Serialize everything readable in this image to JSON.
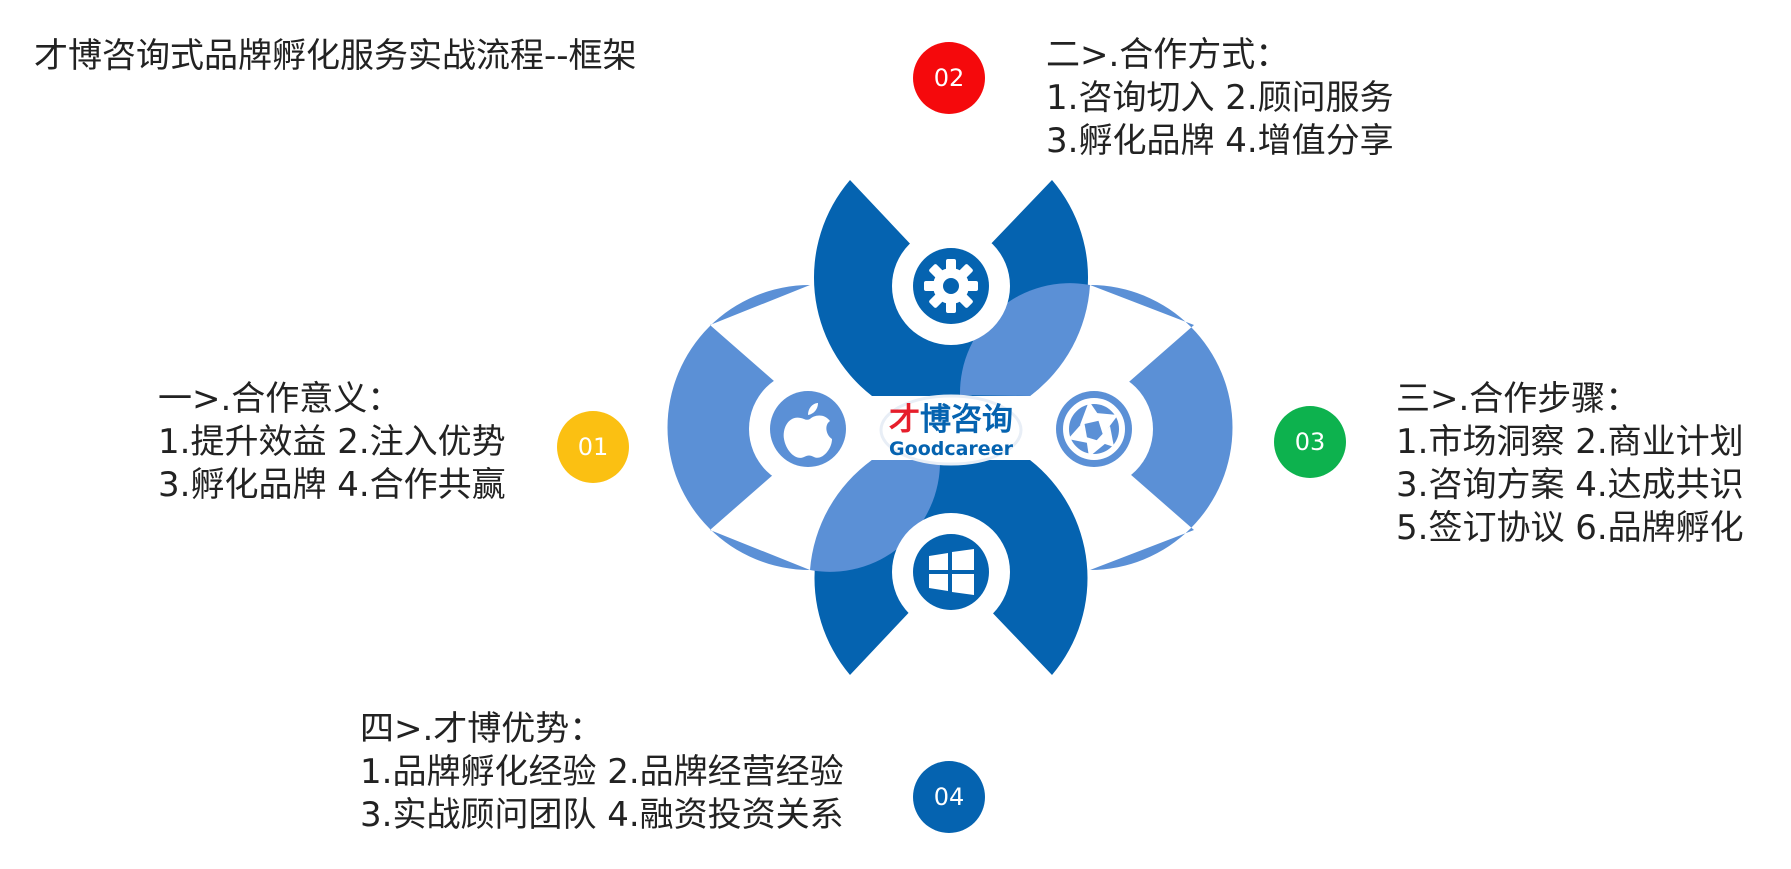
{
  "title": "才博咨询式品牌孵化服务实战流程--框架",
  "colors": {
    "dark_blue": "#0563b0",
    "light_blue": "#5b90d6",
    "badge_1": "#fbc012",
    "badge_2": "#f5090c",
    "badge_3": "#0db24e",
    "badge_4": "#0563b0",
    "logo_red": "#e61e2b"
  },
  "sections": [
    {
      "number": "01",
      "heading": "一>.合作意义：",
      "lines": [
        "1.提升效益 2.注入优势",
        "3.孵化品牌 4.合作共赢"
      ]
    },
    {
      "number": "02",
      "heading": "二>.合作方式：",
      "lines": [
        "1.咨询切入 2.顾问服务",
        "3.孵化品牌 4.增值分享"
      ]
    },
    {
      "number": "03",
      "heading": "三>.合作步骤：",
      "lines": [
        "1.市场洞察 2.商业计划",
        "3.咨询方案 4.达成共识",
        "5.签订协议 6.品牌孵化"
      ]
    },
    {
      "number": "04",
      "heading": "四>.才博优势：",
      "lines": [
        "1.品牌孵化经验  2.品牌经营经验",
        "3.实战顾问团队  4.融资投资关系"
      ]
    }
  ],
  "logo": {
    "cn": "才博咨询",
    "en": "Goodcareer"
  },
  "icons": {
    "top": "gear-icon",
    "left": "apple-icon",
    "right": "camera-shutter-icon",
    "bottom": "windows-icon"
  }
}
